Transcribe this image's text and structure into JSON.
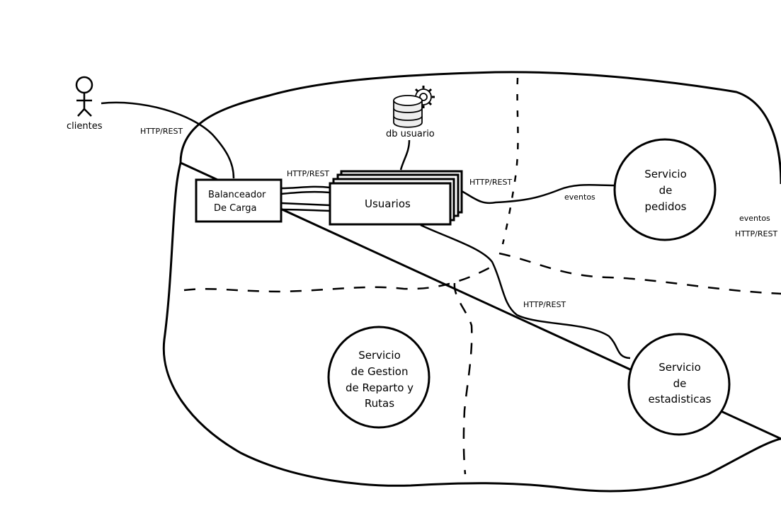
{
  "actor": {
    "label": "clientes"
  },
  "labels": {
    "http_rest_clients": "HTTP/REST",
    "http_rest_lb": "HTTP/REST",
    "http_rest_pedidos": "HTTP/REST",
    "eventos_pedidos": "eventos",
    "eventos_right": "eventos",
    "http_rest_right": "HTTP/REST",
    "http_rest_estadisticas": "HTTP/REST"
  },
  "load_balancer": {
    "line1": "Balanceador",
    "line2": "De   Carga"
  },
  "usuarios": {
    "label": "Usuarios"
  },
  "database": {
    "label": "db usuario",
    "icon": "database-gear-icon"
  },
  "services": {
    "pedidos": {
      "lines": [
        "Servicio",
        "de",
        "pedidos"
      ]
    },
    "reparto": {
      "lines": [
        "Servicio",
        "de Gestion",
        "de Reparto y",
        "Rutas"
      ]
    },
    "estadisticas": {
      "lines": [
        "Servicio",
        "de",
        "estadisticas"
      ]
    }
  }
}
